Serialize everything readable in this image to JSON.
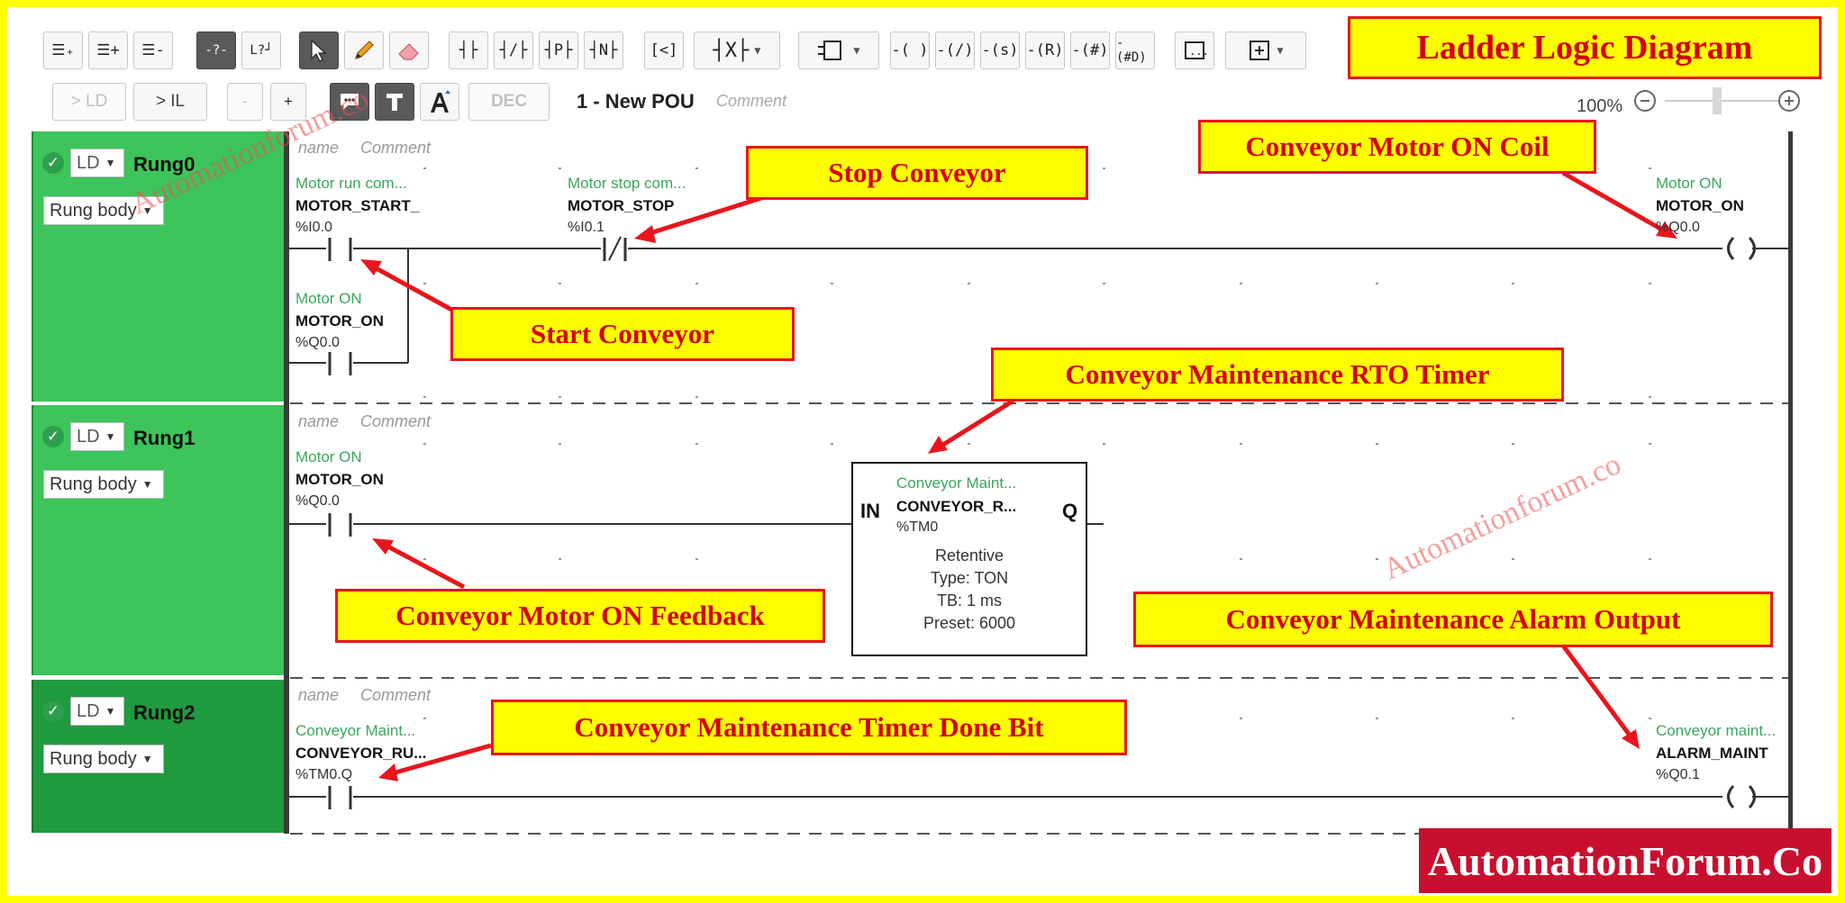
{
  "title_banner": "Ladder Logic Diagram",
  "brand": "AutomationForum.Co",
  "watermark": "Automationforum.co",
  "toolbar": {
    "row1": [
      {
        "id": "insert-rung-above",
        "label": "☰₊"
      },
      {
        "id": "insert-branch",
        "label": "☰+"
      },
      {
        "id": "delete-rung",
        "label": "☰-"
      },
      {
        "id": "unknown-contact",
        "label": "-?-"
      },
      {
        "id": "unknown-branch",
        "label": "L?┘"
      }
    ],
    "contacts": [
      "┤├",
      "┤/├",
      "┤P├",
      "┤N├"
    ],
    "compare": "[<]",
    "coils": [
      "-( )",
      "-(/)",
      "-(s)",
      "-(R)",
      "-(#)",
      "-(#D)"
    ]
  },
  "toolbar2": {
    "to_ld": "> LD",
    "to_il": "> IL",
    "minus": "-",
    "plus": "+",
    "dec": "DEC"
  },
  "pou": {
    "name": "1 - New POU",
    "comment": "Comment"
  },
  "zoom": {
    "level": "100%"
  },
  "rungs": [
    {
      "mode": "LD",
      "name": "Rung0",
      "body": "Rung body",
      "name_ph": "name",
      "comment_ph": "Comment",
      "elements": [
        {
          "comment": "Motor run com...",
          "symbol": "MOTOR_START_",
          "address": "%I0.0"
        },
        {
          "comment": "Motor ON",
          "symbol": "MOTOR_ON",
          "address": "%Q0.0"
        },
        {
          "comment": "Motor stop com...",
          "symbol": "MOTOR_STOP",
          "address": "%I0.1"
        },
        {
          "comment": "Motor ON",
          "symbol": "MOTOR_ON",
          "address": "%Q0.0"
        }
      ]
    },
    {
      "mode": "LD",
      "name": "Rung1",
      "body": "Rung body",
      "name_ph": "name",
      "comment_ph": "Comment",
      "elements": [
        {
          "comment": "Motor ON",
          "symbol": "MOTOR_ON",
          "address": "%Q0.0"
        }
      ],
      "timer": {
        "in": "IN",
        "q": "Q",
        "comment": "Conveyor Maint...",
        "symbol": "CONVEYOR_R...",
        "address": "%TM0",
        "mode": "Retentive",
        "type": "Type: TON",
        "tb": "TB: 1 ms",
        "preset": "Preset: 6000"
      }
    },
    {
      "mode": "LD",
      "name": "Rung2",
      "body": "Rung body",
      "name_ph": "name",
      "comment_ph": "Comment",
      "elements": [
        {
          "comment": "Conveyor Maint...",
          "symbol": "CONVEYOR_RU...",
          "address": "%TM0.Q"
        },
        {
          "comment": "Conveyor maint...",
          "symbol": "ALARM_MAINT",
          "address": "%Q0.1"
        }
      ]
    }
  ],
  "callouts": {
    "stop": "Stop Conveyor",
    "coil": "Conveyor Motor ON Coil",
    "start": "Start Conveyor",
    "rto": "Conveyor Maintenance RTO Timer",
    "feedback": "Conveyor Motor ON Feedback",
    "alarm": "Conveyor Maintenance Alarm Output",
    "done": "Conveyor Maintenance Timer Done Bit"
  },
  "colors": {
    "accent_red": "#e8161c",
    "rung_green": "#3dc45a",
    "rung_green_dark": "#1f9a3e",
    "banner_yellow": "#ffff00"
  }
}
